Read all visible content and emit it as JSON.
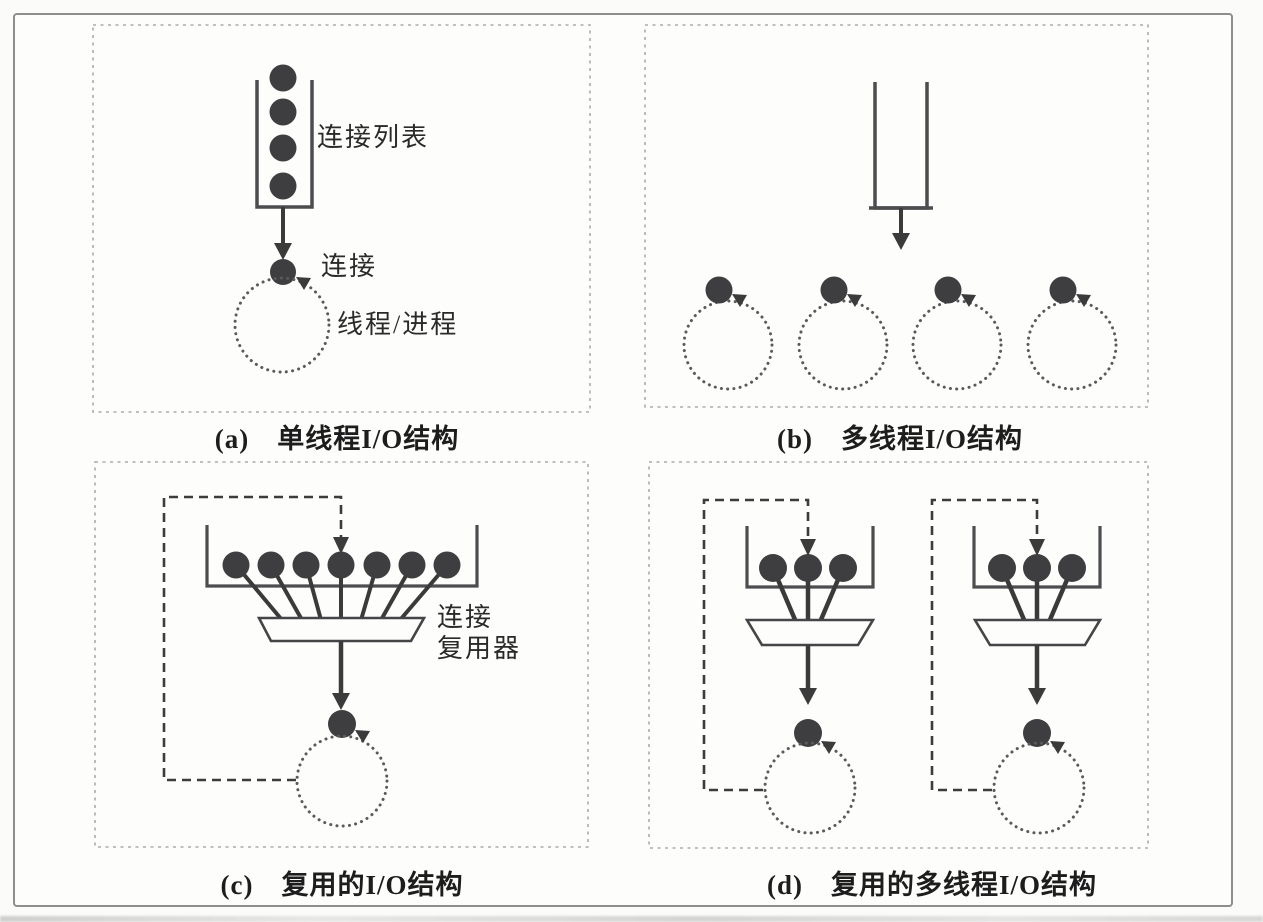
{
  "figure": {
    "description": "Four-panel diagram of I/O server architectures",
    "colors": {
      "dot_fill": "#3e3e40",
      "solid_line": "#3b3b3c",
      "container_stroke": "#4d4d4f",
      "dotted_circle": "#5a5a5a",
      "dashed_loop": "#3c3c3c",
      "panel_dashed_border": "#ababab",
      "outer_frame": "#8e8e8e",
      "background": "#fbfbf9",
      "text": "#1d1d1d"
    },
    "panels": {
      "a": {
        "caption": "(a)　单线程I/O结构",
        "label_connection_list": "连接列表",
        "label_connection": "连接",
        "label_thread_process": "线程/进程"
      },
      "b": {
        "caption": "(b)　多线程I/O结构"
      },
      "c": {
        "caption": "(c)　复用的I/O结构",
        "label_mux_line1": "连接",
        "label_mux_line2": "复用器"
      },
      "d": {
        "caption": "(d)　复用的多线程I/O结构"
      }
    }
  }
}
